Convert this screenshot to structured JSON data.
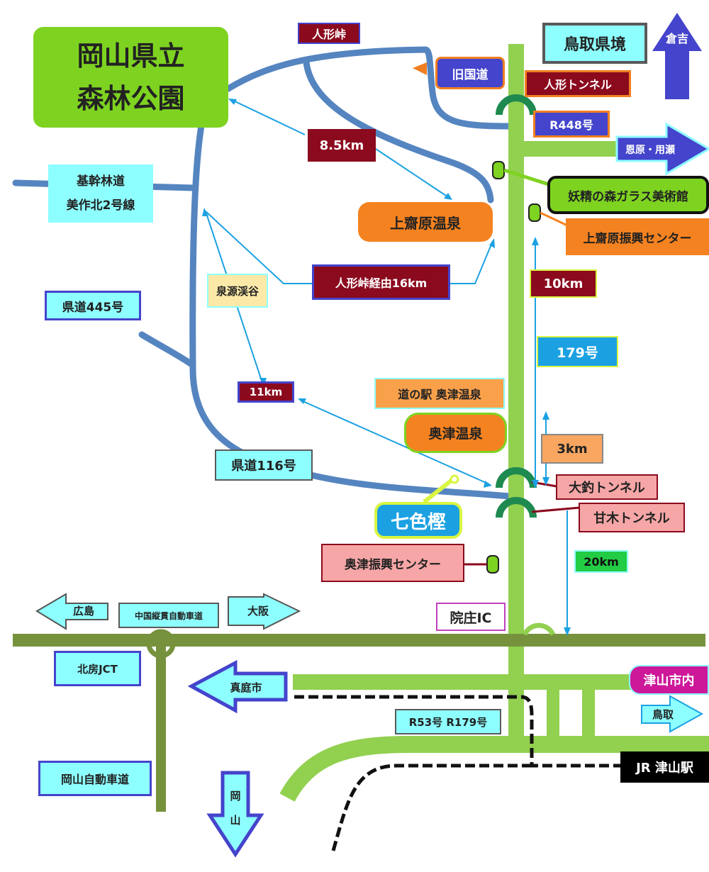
{
  "title": {
    "line1": "岡山県立",
    "line2": "森林公園"
  },
  "labels": {
    "ningyo_toge": "人形峠",
    "tottori_border": "鳥取県境",
    "kurayoshi": "倉吉",
    "old_road": "旧国道",
    "ningyo_tunnel": "人形トンネル",
    "r448": "R448号",
    "onbara": "恩原・用瀬",
    "dist_85": "8.5km",
    "fairy_glass": "妖精の森ガラス美術館",
    "kamisaibara_onsen": "上齋原温泉",
    "kamisaibara_center": "上齋原振興センター",
    "kikan_rindo_1": "基幹林道",
    "kikan_rindo_2": "美作北2号線",
    "via_ningyo": "人形峠経由16km",
    "dist_10": "10km",
    "sengen": "泉源渓谷",
    "pref445": "県道445号",
    "r179": "179号",
    "dist_11": "11km",
    "michinoeki": "道の駅 奥津温泉",
    "okutsu_onsen": "奥津温泉",
    "dist_3": "3km",
    "pref116": "県道116号",
    "otsuri_tunnel": "大釣トンネル",
    "nanairo": "七色樫",
    "amagi_tunnel": "甘木トンネル",
    "okutsu_center": "奥津振興センター",
    "dist_20": "20km",
    "hiroshima": "広島",
    "chugoku_expwy": "中国縦貫自動車道",
    "osaka": "大阪",
    "innosho_ic": "院庄IC",
    "kitafusa_jct": "北房JCT",
    "maniwa": "真庭市",
    "tsuyama_city": "津山市内",
    "tottori": "鳥取",
    "r53_r179": "R53号 R179号",
    "jr_tsuyama": "JR 津山駅",
    "okayama_expwy": "岡山自動車道",
    "okayama": "岡\n山"
  },
  "colors": {
    "main_road": "#92d050",
    "expressway": "#76923c",
    "local_road": "#5585c0",
    "arrow_line": "#1ba1e2",
    "tunnel": "#1e8a50"
  }
}
